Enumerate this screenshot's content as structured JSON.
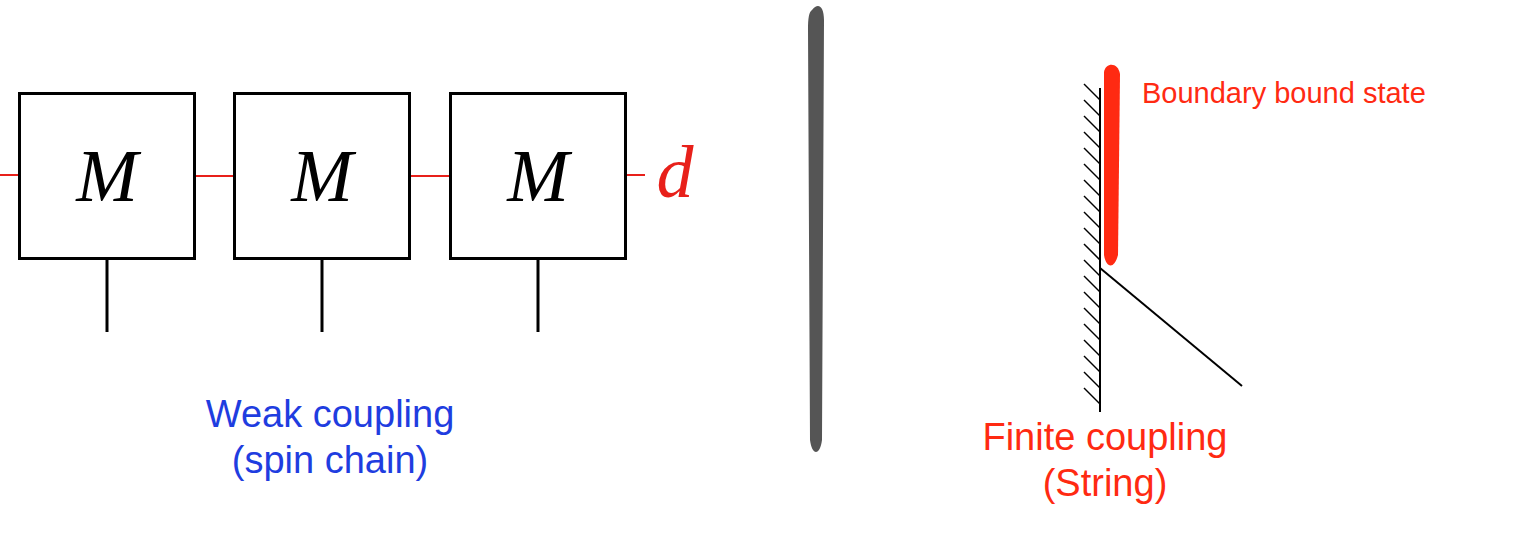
{
  "diagram": {
    "nodes": [
      {
        "text": [
          "M"
        ]
      },
      {
        "text": [
          "M"
        ]
      },
      {
        "text": [
          "M"
        ]
      }
    ],
    "edges": [
      {
        "from": 0,
        "to": 1,
        "arrow": "none"
      },
      {
        "from": 1,
        "to": 2,
        "arrow": "none"
      }
    ],
    "labels": [
      "d",
      "Weak coupling (spin chain)",
      "Boundary bound state",
      "Finite coupling (String)"
    ]
  }
}
